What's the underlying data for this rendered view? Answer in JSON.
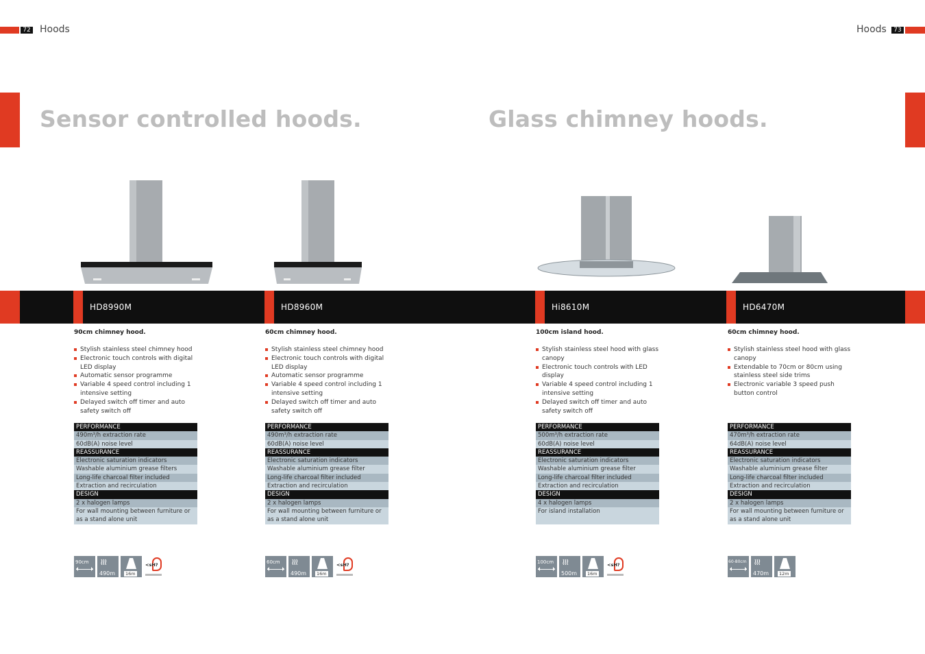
{
  "left_page": {
    "number": "72",
    "section": "Hoods",
    "title": "Sensor controlled hoods."
  },
  "right_page": {
    "number": "73",
    "section": "Hoods",
    "title": "Glass chimney hoods."
  },
  "products": [
    {
      "model": "HD8990M",
      "subtitle": "90cm chimney hood.",
      "features": [
        "Stylish stainless steel chimney hood",
        "Electronic touch controls with digital LED display",
        "Automatic sensor programme",
        "Variable 4 speed control including 1 intensive setting",
        "Delayed switch off timer and auto safety switch off"
      ],
      "performance_header": "PERFORMANCE",
      "performance": [
        "490m³/h extraction rate",
        "60dB(A) noise level"
      ],
      "reassurance_header": "REASSURANCE",
      "reassurance": [
        "Electronic saturation indicators",
        "Washable aluminium grease filters",
        "Long-life charcoal filter included",
        "Extraction and recirculation"
      ],
      "design_header": "DESIGN",
      "design": [
        "2 x halogen lamps",
        "For wall mounting between furniture or as a stand alone unit"
      ],
      "icon_width": "90cm",
      "icon_rate": "490m",
      "icon_length": "16m",
      "noise_badge": "<sH?"
    },
    {
      "model": "HD8960M",
      "subtitle": "60cm chimney hood.",
      "features": [
        "Stylish stainless steel chimney hood",
        "Electronic touch controls with digital LED display",
        "Automatic sensor programme",
        "Variable 4 speed control including 1 intensive setting",
        "Delayed switch off timer and auto safety switch off"
      ],
      "performance_header": "PERFORMANCE",
      "performance": [
        "490m³/h extraction rate",
        "60dB(A) noise level"
      ],
      "reassurance_header": "REASSURANCE",
      "reassurance": [
        "Electronic saturation indicators",
        "Washable aluminium grease filter",
        "Long-life charcoal filter included",
        "Extraction and recirculation"
      ],
      "design_header": "DESIGN",
      "design": [
        "2 x halogen lamps",
        "For wall mounting between furniture or as a stand alone unit"
      ],
      "icon_width": "60cm",
      "icon_rate": "490m",
      "icon_length": "16m",
      "noise_badge": "<sH?"
    },
    {
      "model": "Hi8610M",
      "subtitle": "100cm island hood.",
      "features": [
        "Stylish stainless steel hood with glass canopy",
        "Electronic touch controls with LED display",
        "Variable 4 speed control including 1 intensive setting",
        "Delayed switch off timer and auto safety switch off"
      ],
      "performance_header": "PERFORMANCE",
      "performance": [
        "500m³/h extraction rate",
        "60dB(A) noise level"
      ],
      "reassurance_header": "REASSURANCE",
      "reassurance": [
        "Electronic saturation indicators",
        "Washable aluminium grease filter",
        "Long-life charcoal filter included",
        "Extraction and recirculation"
      ],
      "design_header": "DESIGN",
      "design": [
        "4 x halogen lamps",
        "For island installation"
      ],
      "icon_width": "100cm",
      "icon_rate": "500m",
      "icon_length": "16m",
      "noise_badge": "<sH?"
    },
    {
      "model": "HD6470M",
      "subtitle": "60cm chimney hood.",
      "features": [
        "Stylish stainless steel hood with glass canopy",
        "Extendable to 70cm or 80cm using stainless steel side trims",
        "Electronic variable 3 speed push button control"
      ],
      "performance_header": "PERFORMANCE",
      "performance": [
        "470m³/h extraction rate",
        "64dB(A) noise level"
      ],
      "reassurance_header": "REASSURANCE",
      "reassurance": [
        "Electronic saturation indicators",
        "Washable aluminium grease filter",
        "Long-life charcoal filter included",
        "Extraction and recirculation"
      ],
      "design_header": "DESIGN",
      "design": [
        "2 x halogen lamps",
        "For wall mounting between furniture or as a stand alone unit"
      ],
      "icon_width": "60-80cm",
      "icon_rate": "470m",
      "icon_length": "12m"
    }
  ],
  "colors": {
    "accent": "#e03a22",
    "bar": "#0f0f0f",
    "spec_dark": "#a9b8c2",
    "spec_light": "#c9d6de"
  }
}
